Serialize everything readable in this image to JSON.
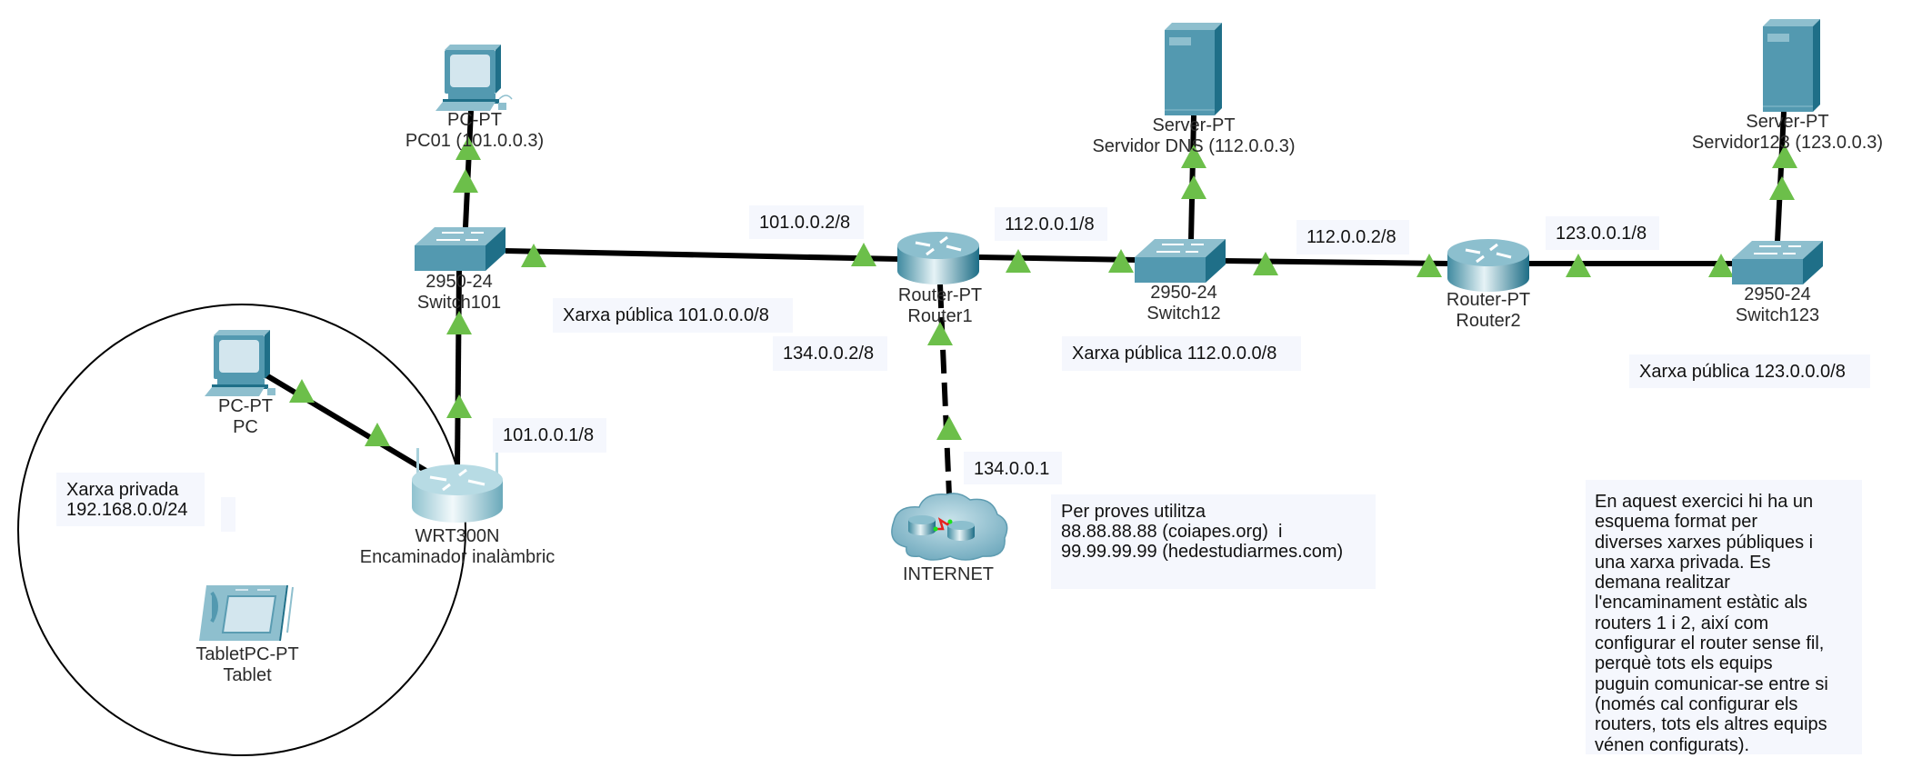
{
  "diagram": {
    "type": "network-topology",
    "colors": {
      "device_teal": "#5399b0",
      "device_dark": "#1f6f88",
      "link": "#000000",
      "port_indicator": "#6cbf4a",
      "note_background": "#f5f7fd"
    },
    "devices": [
      {
        "id": "pc01",
        "icon": "pc-icon",
        "model": "PC-PT",
        "name": "PC01 (101.0.0.3)"
      },
      {
        "id": "switch101",
        "icon": "switch-icon",
        "model": "2950-24",
        "name": "Switch101"
      },
      {
        "id": "router1",
        "icon": "router-icon",
        "model": "Router-PT",
        "name": "Router1"
      },
      {
        "id": "switch12",
        "icon": "switch-icon",
        "model": "2950-24",
        "name": "Switch12"
      },
      {
        "id": "server_dns",
        "icon": "server-icon",
        "model": "Server-PT",
        "name": "Servidor DNS (112.0.0.3)"
      },
      {
        "id": "router2",
        "icon": "router-icon",
        "model": "Router-PT",
        "name": "Router2"
      },
      {
        "id": "switch123",
        "icon": "switch-icon",
        "model": "2950-24",
        "name": "Switch123"
      },
      {
        "id": "server123",
        "icon": "server-icon",
        "model": "Server-PT",
        "name": "Servidor123 (123.0.0.3)"
      },
      {
        "id": "wrt",
        "icon": "wireless-router-icon",
        "model": "WRT300N",
        "name": "Encaminador inalàmbric"
      },
      {
        "id": "pc",
        "icon": "pc-icon",
        "model": "PC-PT",
        "name": "PC"
      },
      {
        "id": "tablet",
        "icon": "tablet-icon",
        "model": "TabletPC-PT",
        "name": "Tablet"
      },
      {
        "id": "internet",
        "icon": "cloud-icon",
        "model": "",
        "name": "INTERNET"
      }
    ],
    "links": [
      {
        "from": "pc01",
        "to": "switch101",
        "style": "solid"
      },
      {
        "from": "switch101",
        "to": "router1",
        "style": "solid"
      },
      {
        "from": "switch101",
        "to": "wrt",
        "style": "solid"
      },
      {
        "from": "pc",
        "to": "wrt",
        "style": "solid"
      },
      {
        "from": "router1",
        "to": "switch12",
        "style": "solid"
      },
      {
        "from": "switch12",
        "to": "server_dns",
        "style": "solid"
      },
      {
        "from": "switch12",
        "to": "router2",
        "style": "solid"
      },
      {
        "from": "router2",
        "to": "switch123",
        "style": "solid"
      },
      {
        "from": "switch123",
        "to": "server123",
        "style": "solid"
      },
      {
        "from": "router1",
        "to": "internet",
        "style": "dashed"
      }
    ],
    "notes": {
      "ip_r1_101": "101.0.0.2/8",
      "ip_r1_112": "112.0.0.1/8",
      "ip_r2_112": "112.0.0.2/8",
      "ip_r2_123": "123.0.0.1/8",
      "ip_r1_134": "134.0.0.2/8",
      "ip_internet": "134.0.0.1",
      "ip_wrt": "101.0.0.1/8",
      "net_101": "Xarxa pública 101.0.0.0/8",
      "net_112": "Xarxa pública 112.0.0.0/8",
      "net_123": "Xarxa pública 123.0.0.0/8",
      "net_private": "Xarxa privada\n192.168.0.0/24",
      "empty_note": "",
      "tests": "Per proves utilitza\n88.88.88.88 (coiapes.org)  i\n99.99.99.99 (hedestudiarmes.com)",
      "instructions": "En aquest exercici hi ha un\nesquema format per\ndiverses xarxes públiques i\nuna xarxa privada. Es\ndemana realitzar\nl'encaminament estàtic als\nrouters 1 i 2, així com\nconfigurar el router sense fil,\nperquè tots els equips\npuguin comunicar-se entre si\n(només cal configurar els\nrouters, tots els altres equips\nvénen configurats)."
    }
  }
}
